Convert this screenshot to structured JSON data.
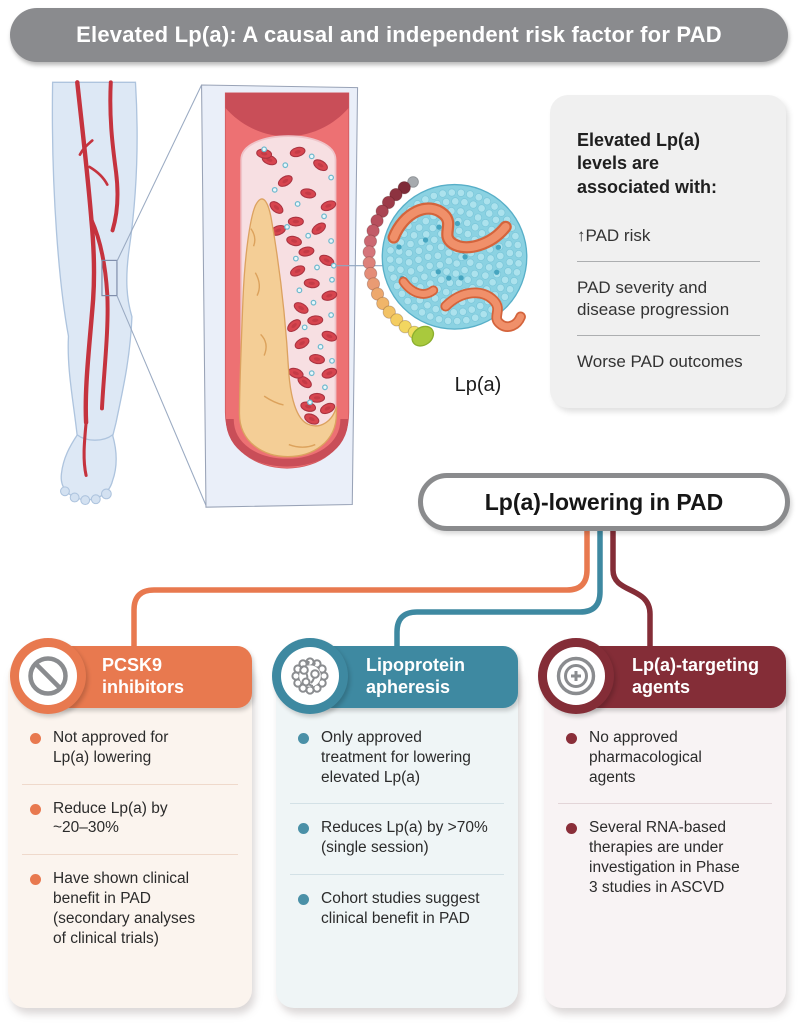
{
  "banner": {
    "title": "Elevated Lp(a): A causal and independent risk factor for PAD"
  },
  "anatomy": {
    "leg_illustration": "leg-with-peripheral-arteries",
    "artery_panel": "magnified-artery-section-with-plaque-and-blood-cells",
    "particle_label": "Lp(a)"
  },
  "info_box": {
    "title_lines": [
      "Elevated Lp(a)",
      "levels are",
      "associated with:"
    ],
    "items": [
      "↑PAD risk",
      "PAD severity and disease progression",
      "Worse PAD outcomes"
    ]
  },
  "flow": {
    "pill_label": "Lp(a)-lowering in PAD"
  },
  "columns": [
    {
      "title_lines": [
        "PCSK9",
        "inhibitors"
      ],
      "icon": "prohibition-icon",
      "accent": "#E8794F",
      "bg": "#FBF4EE",
      "bullets": [
        "Not approved for Lp(a) lowering",
        "Reduce Lp(a) by ~20–30%",
        "Have shown clinical benefit in PAD (secondary analyses of clinical trials)"
      ]
    },
    {
      "title_lines": [
        "Lipoprotein",
        "apheresis"
      ],
      "icon": "lipoprotein-particle-icon",
      "accent": "#3E89A1",
      "bg": "#EFF5F6",
      "bullets": [
        "Only approved treatment for lowering elevated Lp(a)",
        "Reduces Lp(a) by >70% (single session)",
        "Cohort studies suggest clinical benefit in PAD"
      ]
    },
    {
      "title_lines": [
        "Lp(a)-targeting",
        "agents"
      ],
      "icon": "target-plus-icon",
      "accent": "#842D37",
      "bg": "#F8F3F4",
      "bullets": [
        "No approved pharmacological agents",
        "Several RNA-based therapies are under investigation in Phase 3 studies in ASCVD"
      ]
    }
  ],
  "colors": {
    "banner_gray": "#8A8B8E",
    "pill_border_gray": "#8A8B8D",
    "orange": "#E8794F",
    "teal": "#3E89A1",
    "maroon": "#842D37",
    "info_box_bg": "#F0F0F0"
  }
}
